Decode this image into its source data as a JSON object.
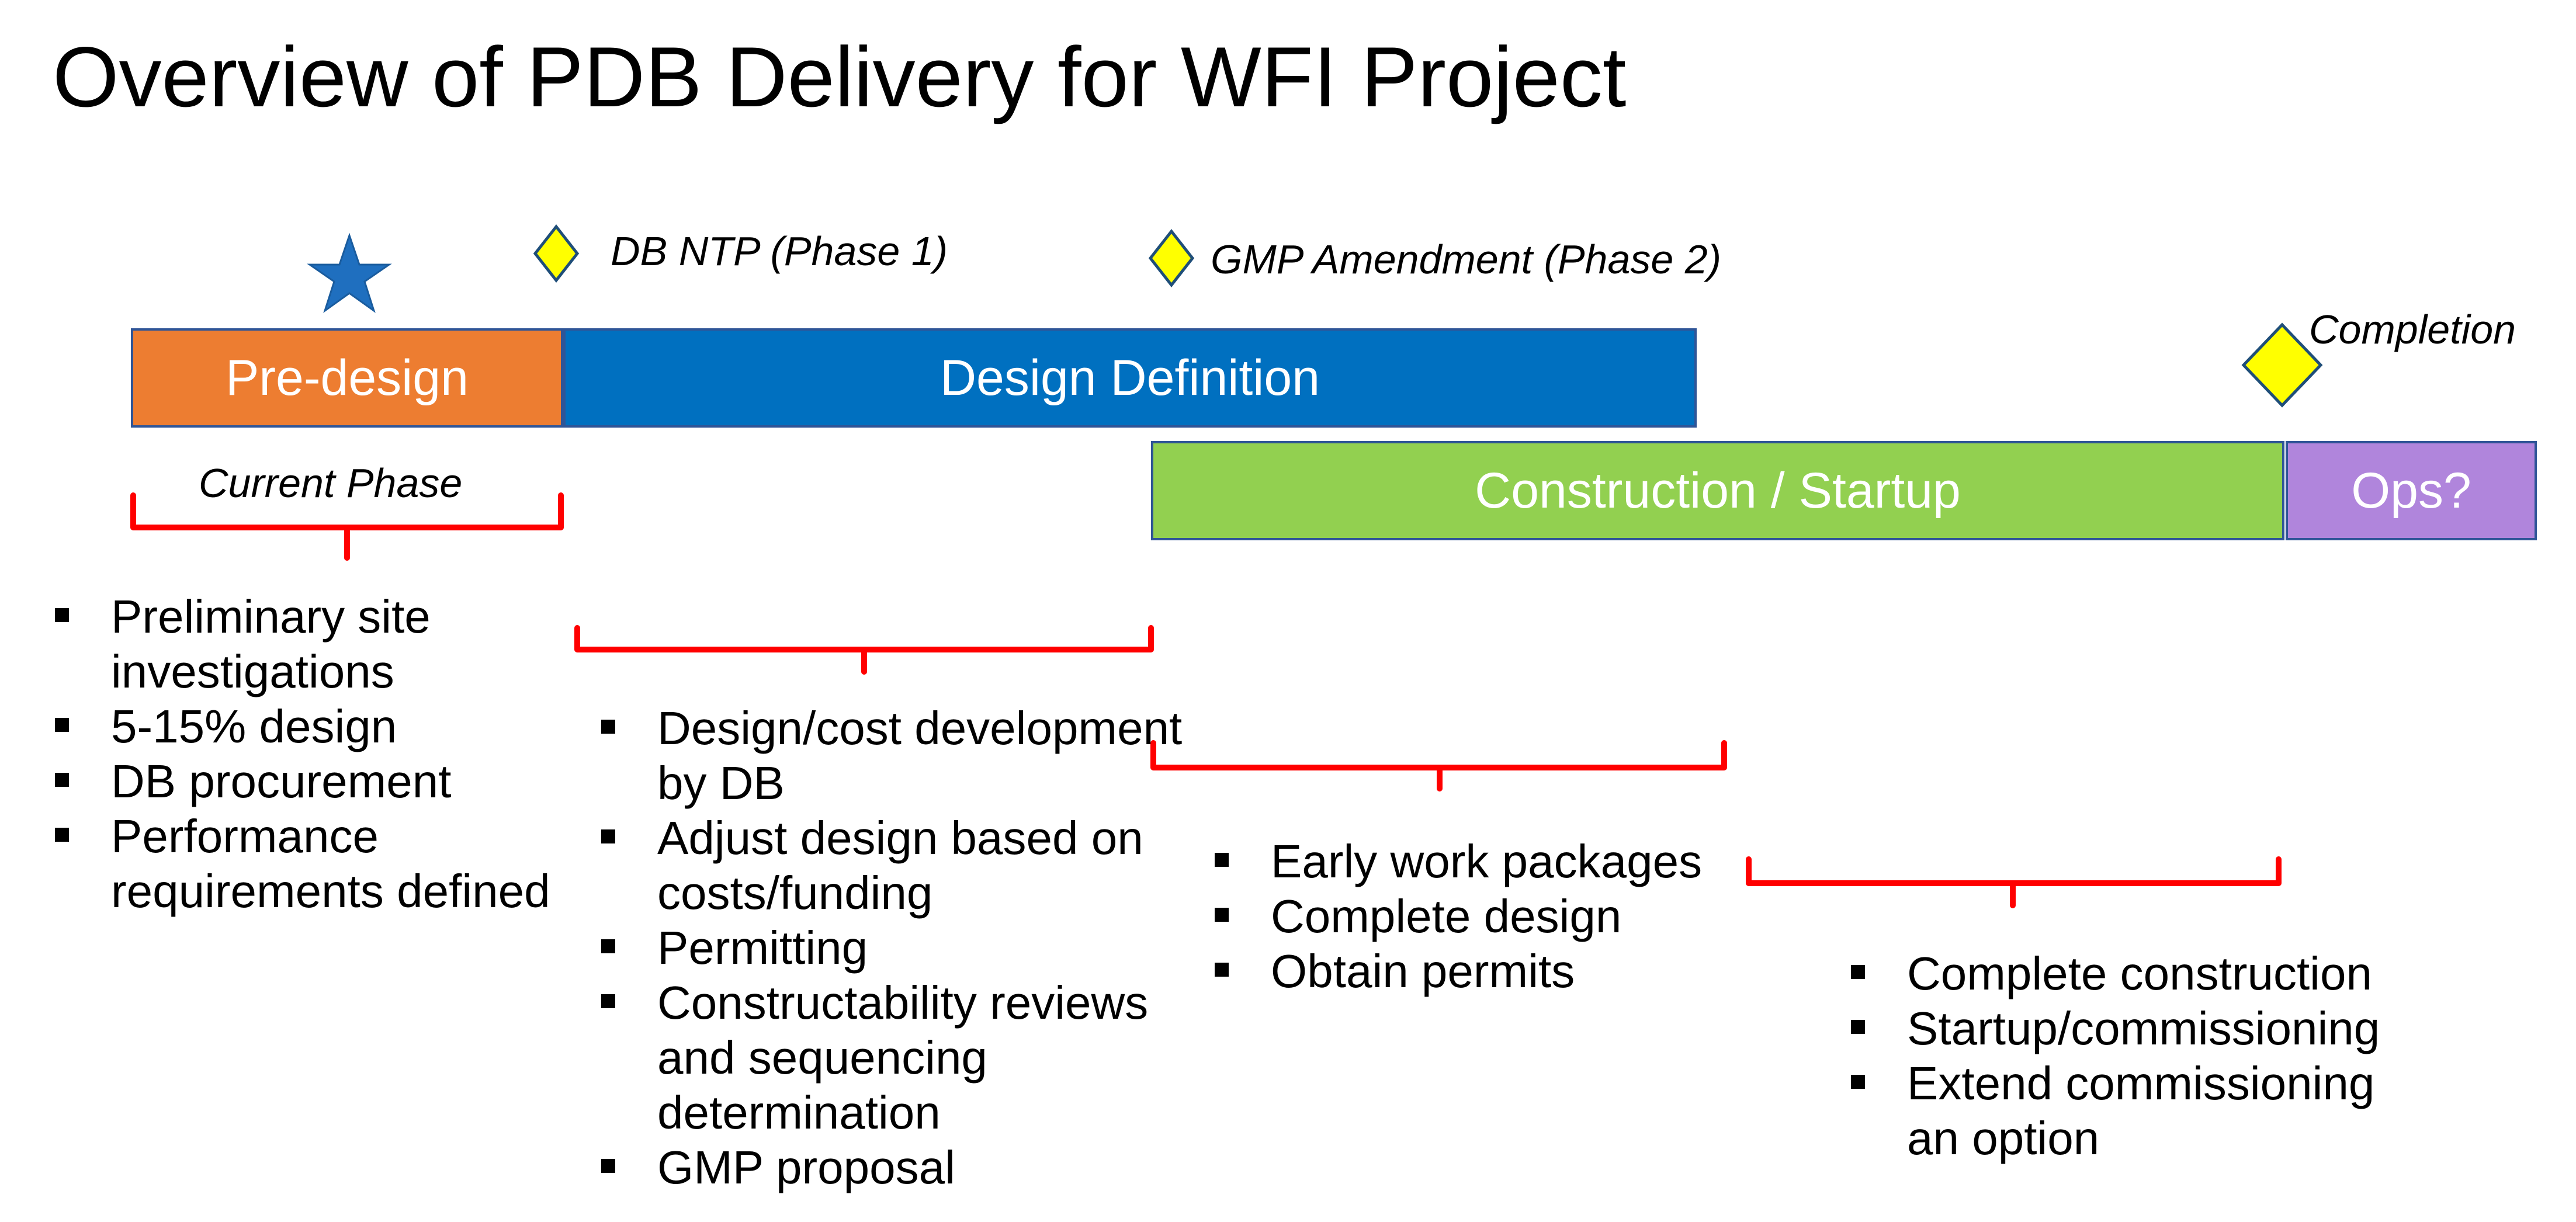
{
  "title": "Overview of PDB Delivery for WFI Project",
  "milestones": {
    "db_ntp": "DB NTP (Phase 1)",
    "gmp_amendment": "GMP Amendment  (Phase 2)",
    "completion": "Completion"
  },
  "current_phase_label": "Current Phase",
  "phases": {
    "predesign": "Pre-design",
    "design_definition": "Design Definition",
    "construction": "Construction / Startup",
    "ops": "Ops?"
  },
  "task_groups": {
    "predesign": [
      "Preliminary site investigations",
      "5-15% design",
      "DB procurement",
      "Performance requirements defined"
    ],
    "design_definition": [
      "Design/cost development by DB",
      "Adjust design based on costs/funding",
      "Permitting",
      "Constructability reviews and sequencing determination",
      "GMP proposal"
    ],
    "early_construction": [
      "Early work packages",
      "Complete design",
      "Obtain permits"
    ],
    "construction": [
      "Complete construction",
      "Startup/commissioning",
      "Extend commissioning an option"
    ]
  },
  "colors": {
    "predesign": "#ED7D31",
    "design_definition": "#0070C0",
    "construction": "#92D050",
    "ops": "#B085DC",
    "milestone": "#FFFF00",
    "star": "#1F6FBF",
    "brace": "#FF0000"
  }
}
